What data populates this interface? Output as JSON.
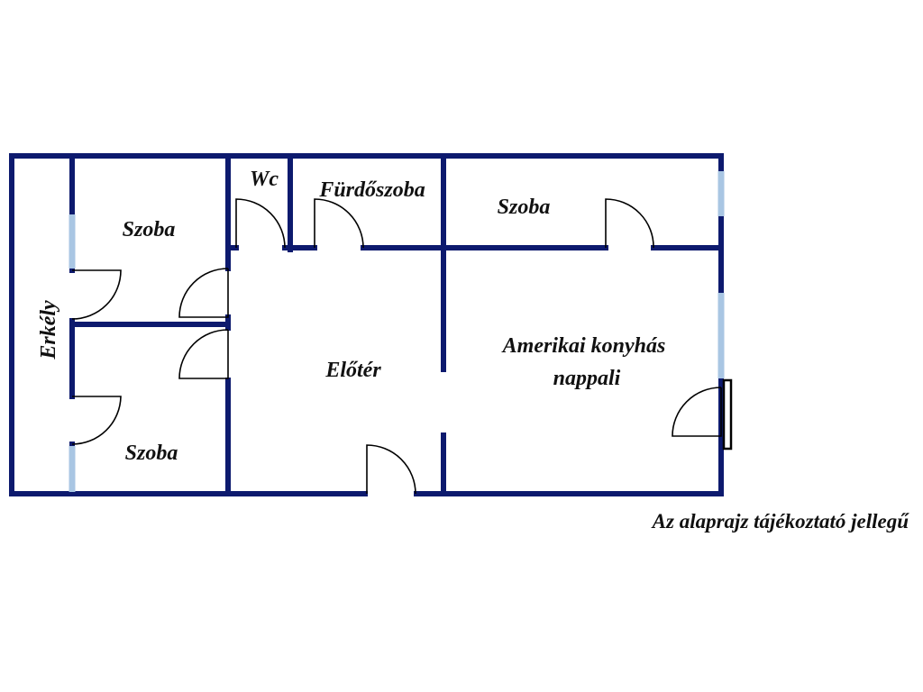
{
  "rooms": {
    "balcony": "Erkély",
    "room_top_left": "Szoba",
    "room_bottom_left": "Szoba",
    "wc": "Wc",
    "bathroom": "Fürdőszoba",
    "room_top_right": "Szoba",
    "hall": "Előtér",
    "living_line1": "Amerikai konyhás",
    "living_line2": "nappali"
  },
  "note": "Az alaprajz tájékoztató jellegű",
  "colors": {
    "wall": "#0d1a6e",
    "window": "#a9c6e3",
    "door": "#000000"
  }
}
